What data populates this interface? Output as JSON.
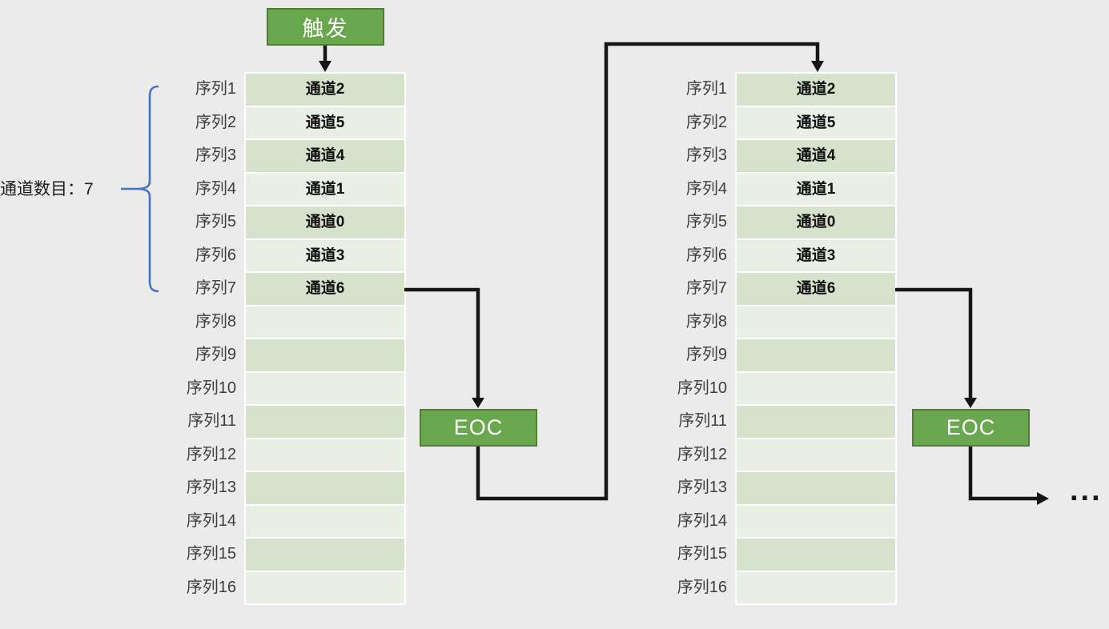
{
  "colors": {
    "background": "#ebebeb",
    "node_green_fill": "#6aa84f",
    "node_green_border": "#507e32",
    "row_dark_green": "#d7e2cc",
    "row_light_green": "#e9efe4",
    "arrow_black": "#161616",
    "brace_blue": "#4472c4"
  },
  "trigger": {
    "label": "触发"
  },
  "channel_count": {
    "label": "通道数目：7"
  },
  "eoc_left": {
    "label": "EOC"
  },
  "eoc_right": {
    "label": "EOC"
  },
  "ellipsis": "...",
  "left_table": {
    "rows": [
      {
        "seq": "序列1",
        "ch": "通道2"
      },
      {
        "seq": "序列2",
        "ch": "通道5"
      },
      {
        "seq": "序列3",
        "ch": "通道4"
      },
      {
        "seq": "序列4",
        "ch": "通道1"
      },
      {
        "seq": "序列5",
        "ch": "通道0"
      },
      {
        "seq": "序列6",
        "ch": "通道3"
      },
      {
        "seq": "序列7",
        "ch": "通道6"
      },
      {
        "seq": "序列8",
        "ch": ""
      },
      {
        "seq": "序列9",
        "ch": ""
      },
      {
        "seq": "序列10",
        "ch": ""
      },
      {
        "seq": "序列11",
        "ch": ""
      },
      {
        "seq": "序列12",
        "ch": ""
      },
      {
        "seq": "序列13",
        "ch": ""
      },
      {
        "seq": "序列14",
        "ch": ""
      },
      {
        "seq": "序列15",
        "ch": ""
      },
      {
        "seq": "序列16",
        "ch": ""
      }
    ]
  },
  "right_table": {
    "rows": [
      {
        "seq": "序列1",
        "ch": "通道2"
      },
      {
        "seq": "序列2",
        "ch": "通道5"
      },
      {
        "seq": "序列3",
        "ch": "通道4"
      },
      {
        "seq": "序列4",
        "ch": "通道1"
      },
      {
        "seq": "序列5",
        "ch": "通道0"
      },
      {
        "seq": "序列6",
        "ch": "通道3"
      },
      {
        "seq": "序列7",
        "ch": "通道6"
      },
      {
        "seq": "序列8",
        "ch": ""
      },
      {
        "seq": "序列9",
        "ch": ""
      },
      {
        "seq": "序列10",
        "ch": ""
      },
      {
        "seq": "序列11",
        "ch": ""
      },
      {
        "seq": "序列12",
        "ch": ""
      },
      {
        "seq": "序列13",
        "ch": ""
      },
      {
        "seq": "序列14",
        "ch": ""
      },
      {
        "seq": "序列15",
        "ch": ""
      },
      {
        "seq": "序列16",
        "ch": ""
      }
    ]
  }
}
